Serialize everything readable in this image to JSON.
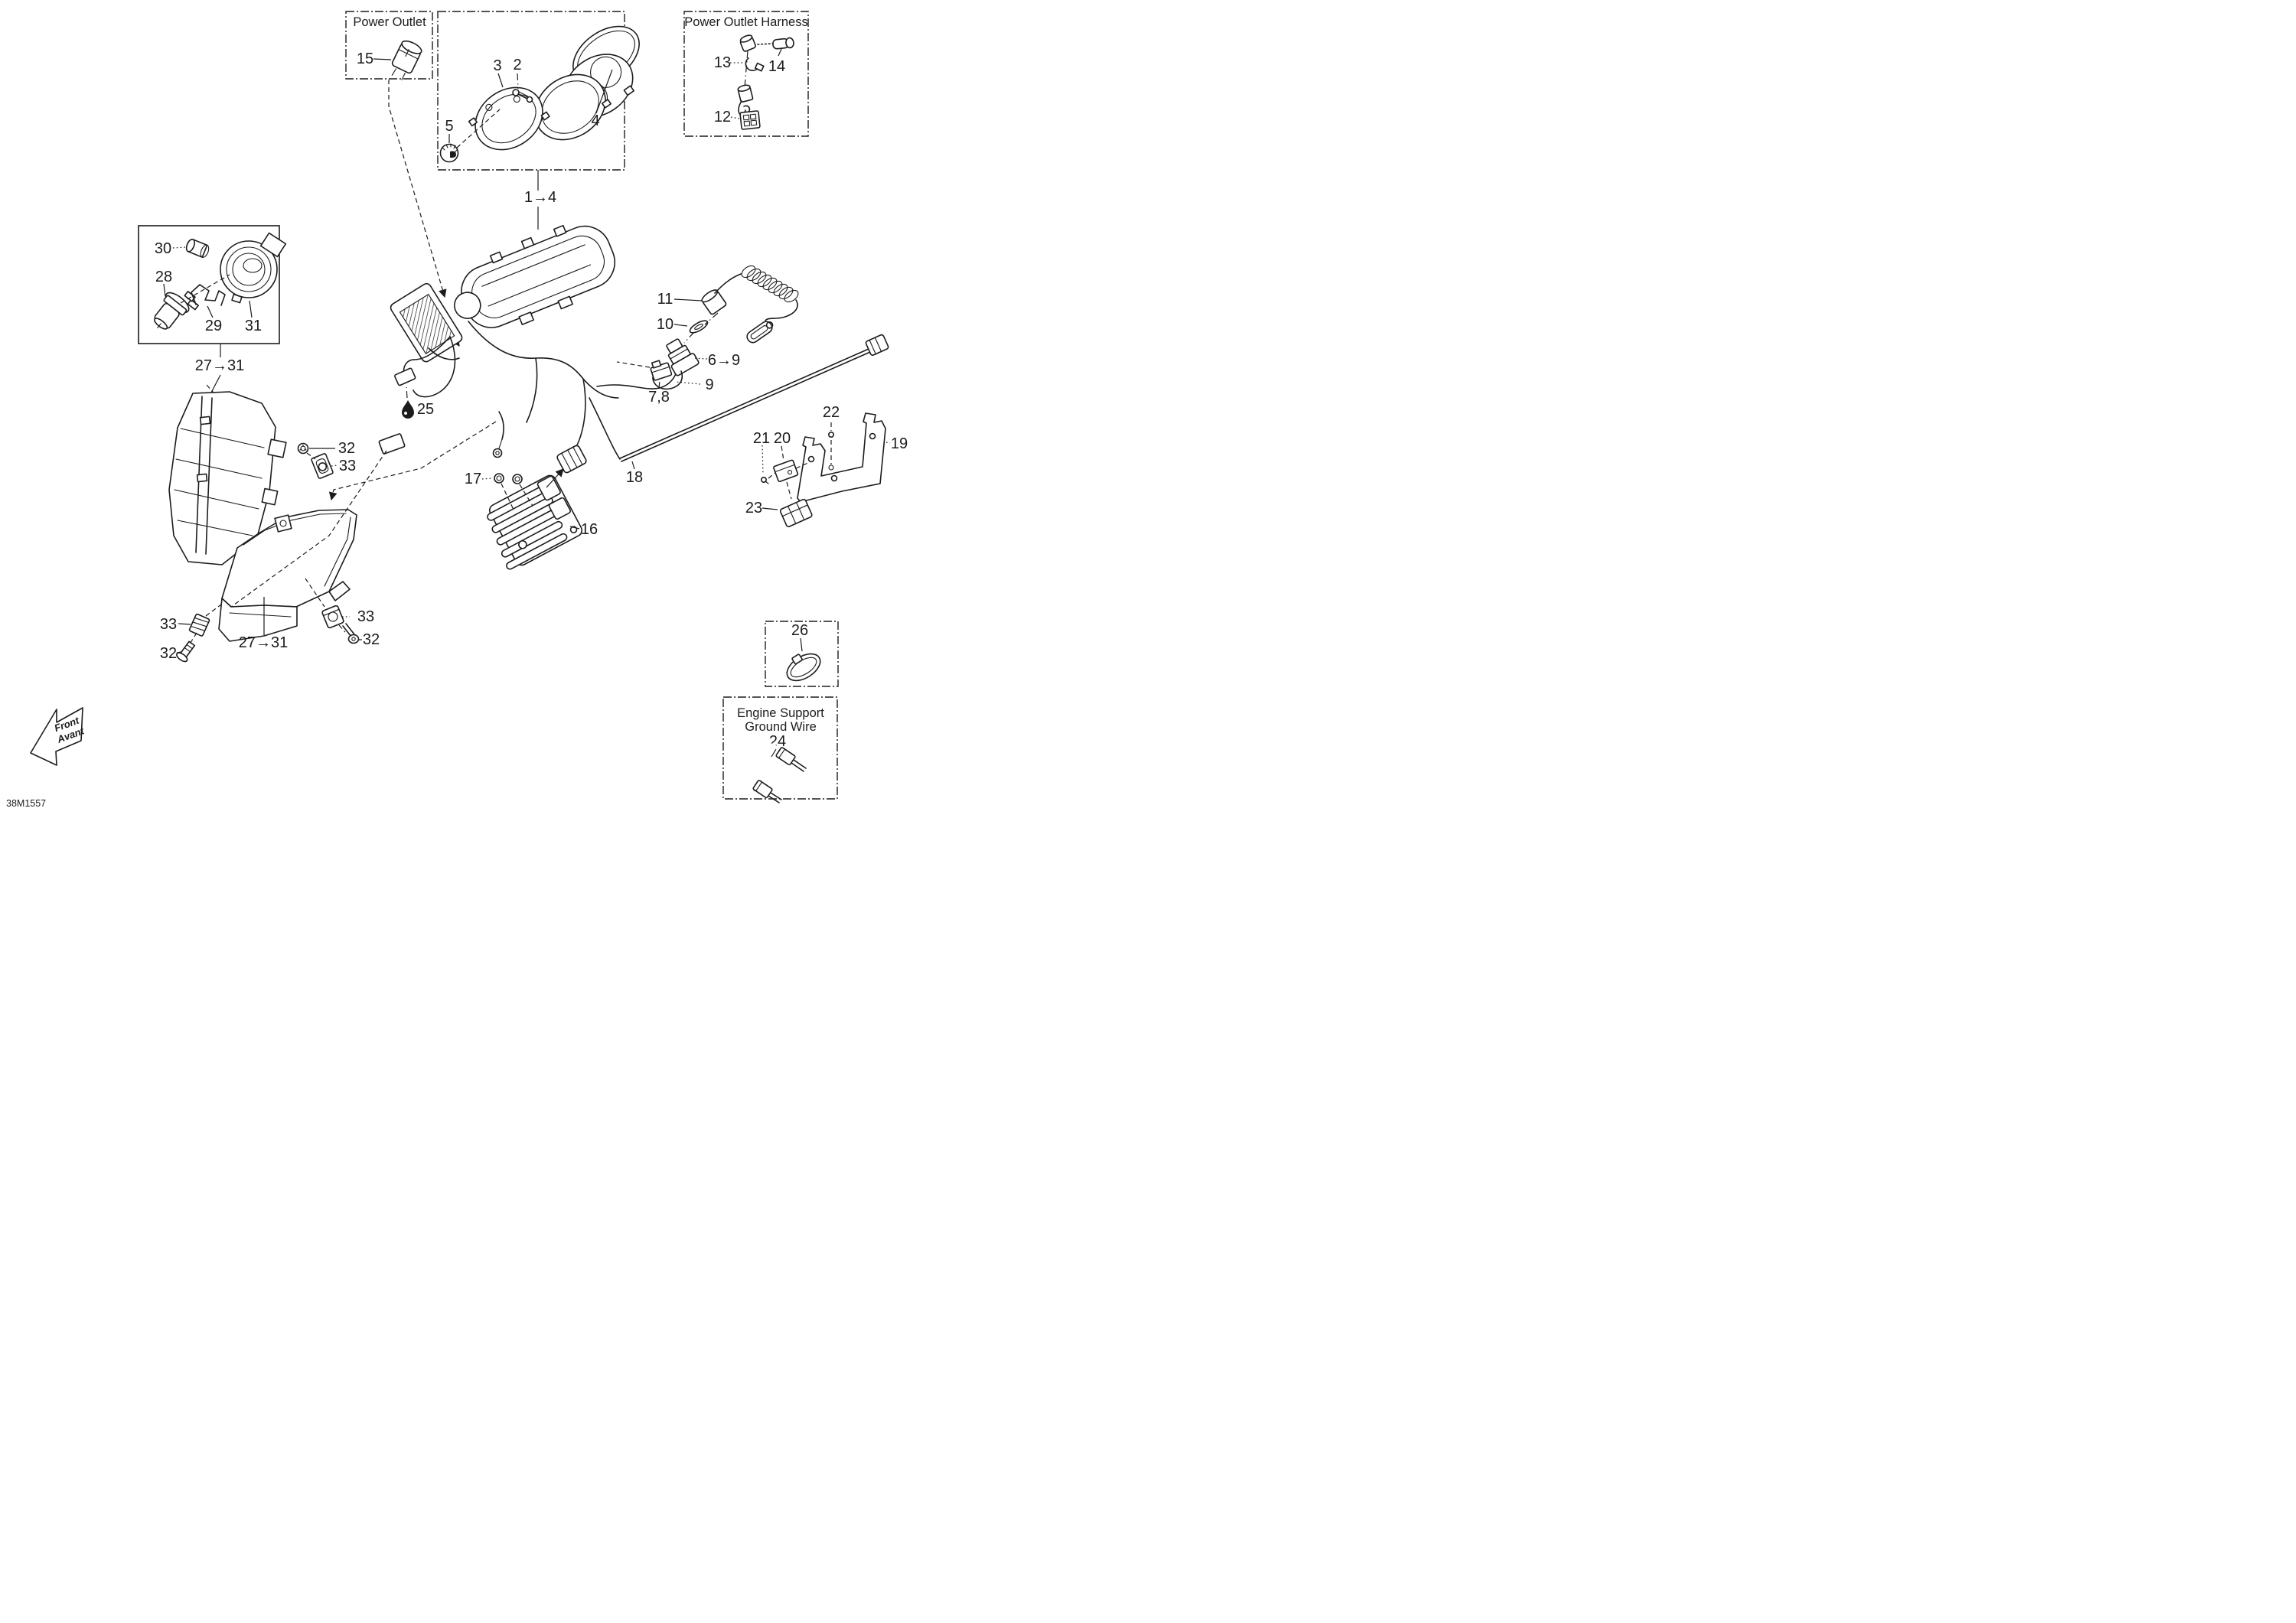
{
  "colors": {
    "line": "#1c1c1c",
    "background": "#ffffff"
  },
  "doc_code": "38M1557",
  "front_arrow": {
    "line1": "Front",
    "line2": "Avant"
  },
  "insets": {
    "power_outlet": {
      "title": "Power Outlet"
    },
    "power_outlet_harness": {
      "title": "Power Outlet Harness"
    },
    "engine_support_ground_wire": {
      "title_line1": "Engine Support",
      "title_line2": "Ground Wire"
    }
  },
  "icons": {
    "lubricant_mark": "black-droplet",
    "front_direction": "bent-arrow-down-left"
  },
  "callouts": {
    "n2": "2",
    "n3": "3",
    "n4": "4",
    "n5": "5",
    "n1_4": "1→4",
    "n6_9": "6→9",
    "n7_8": "7,8",
    "n9": "9",
    "n10": "10",
    "n11": "11",
    "n12": "12",
    "n13": "13",
    "n14": "14",
    "n15": "15",
    "n16": "16",
    "n17": "17",
    "n18": "18",
    "n19": "19",
    "n20": "20",
    "n21": "21",
    "n22": "22",
    "n23": "23",
    "n24": "24",
    "n25": "25",
    "n26": "26",
    "n28": "28",
    "n29": "29",
    "n30": "30",
    "n31": "31",
    "n27_31_bulb": "27→31",
    "n27_31_headlight": "27→31",
    "n32_mid": "32",
    "n33_mid": "33",
    "n33_left": "33",
    "n32_left": "32",
    "n33_right": "33",
    "n32_right": "32"
  }
}
